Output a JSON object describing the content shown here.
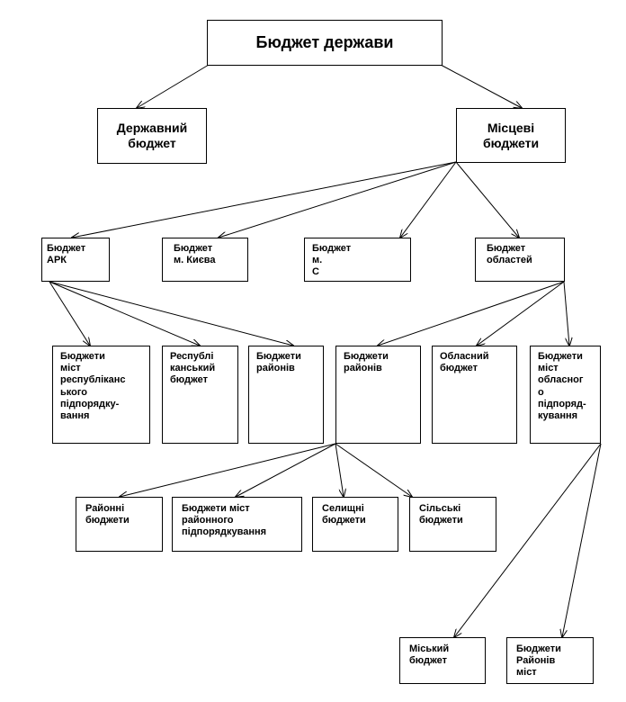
{
  "diagram": {
    "root": "Бюджет держави",
    "level1": {
      "state": "Державний\nбюджет",
      "local": "Місцеві\nбюджети"
    },
    "level2": {
      "ark": "Бюджет\nАРК",
      "kyiv": "Бюджет\nм. Києва",
      "sev": "Бюджет\nм.\nС",
      "oblasts": "Бюджет\nобластей"
    },
    "level3": {
      "cities_rep": "Бюджети\nміст\nреспубліканс\nького\nпідпорядку-\nвання",
      "republican": "Республі\nканський\nбюджет",
      "districts_ark": "Бюджети\nрайонів",
      "districts_obl": "Бюджети\nрайонів",
      "oblast": "Обласний\nбюджет",
      "cities_obl": "Бюджети\nміст\nобласног\nо\nпідпоряд-\nкування"
    },
    "level4": {
      "raion": "Районні\nбюджети",
      "cities_raion": "Бюджети міст\nрайонного\nпідпорядкування",
      "settlement": "Селищні\nбюджети",
      "village": "Сільські\nбюджети"
    },
    "level5": {
      "city": "Міський\nбюджет",
      "city_districts": "Бюджети\nРайонів\nміст"
    }
  }
}
